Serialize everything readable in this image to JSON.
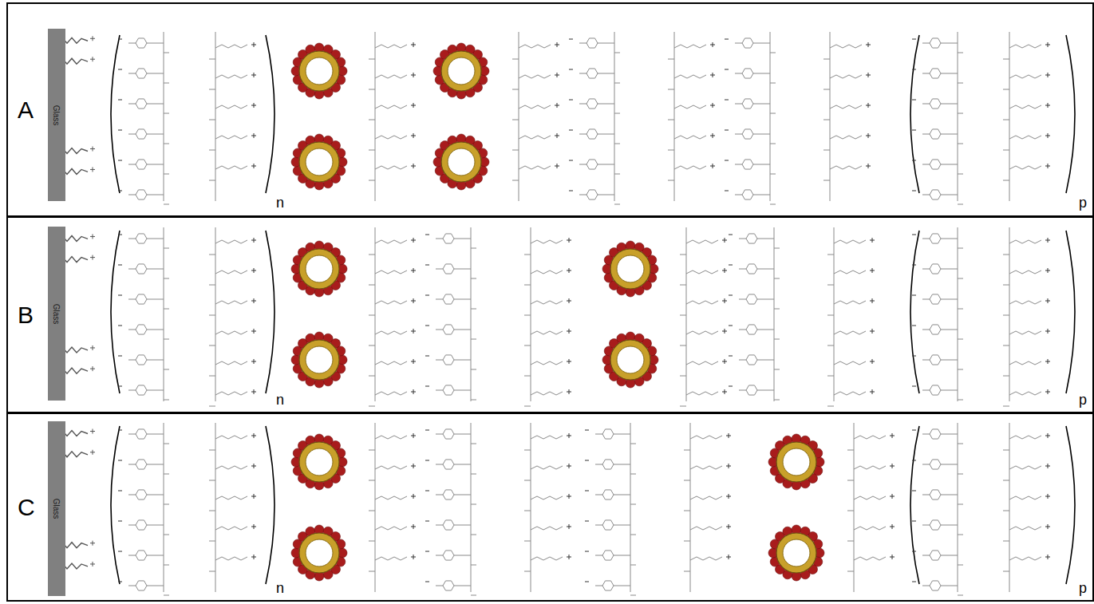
{
  "diagram": {
    "nodes": [
      {
        "text": [
          "A"
        ]
      },
      {
        "text": [
          "Glass"
        ],
        "in": 0
      },
      {
        "text": [
          "B"
        ]
      },
      {
        "text": [
          "Glass"
        ],
        "in": 2
      },
      {
        "text": [
          "C"
        ]
      },
      {
        "text": [
          "Glass"
        ],
        "in": 4
      }
    ],
    "labels": [
      "n",
      "p",
      "n",
      "p",
      "n",
      "p"
    ]
  }
}
